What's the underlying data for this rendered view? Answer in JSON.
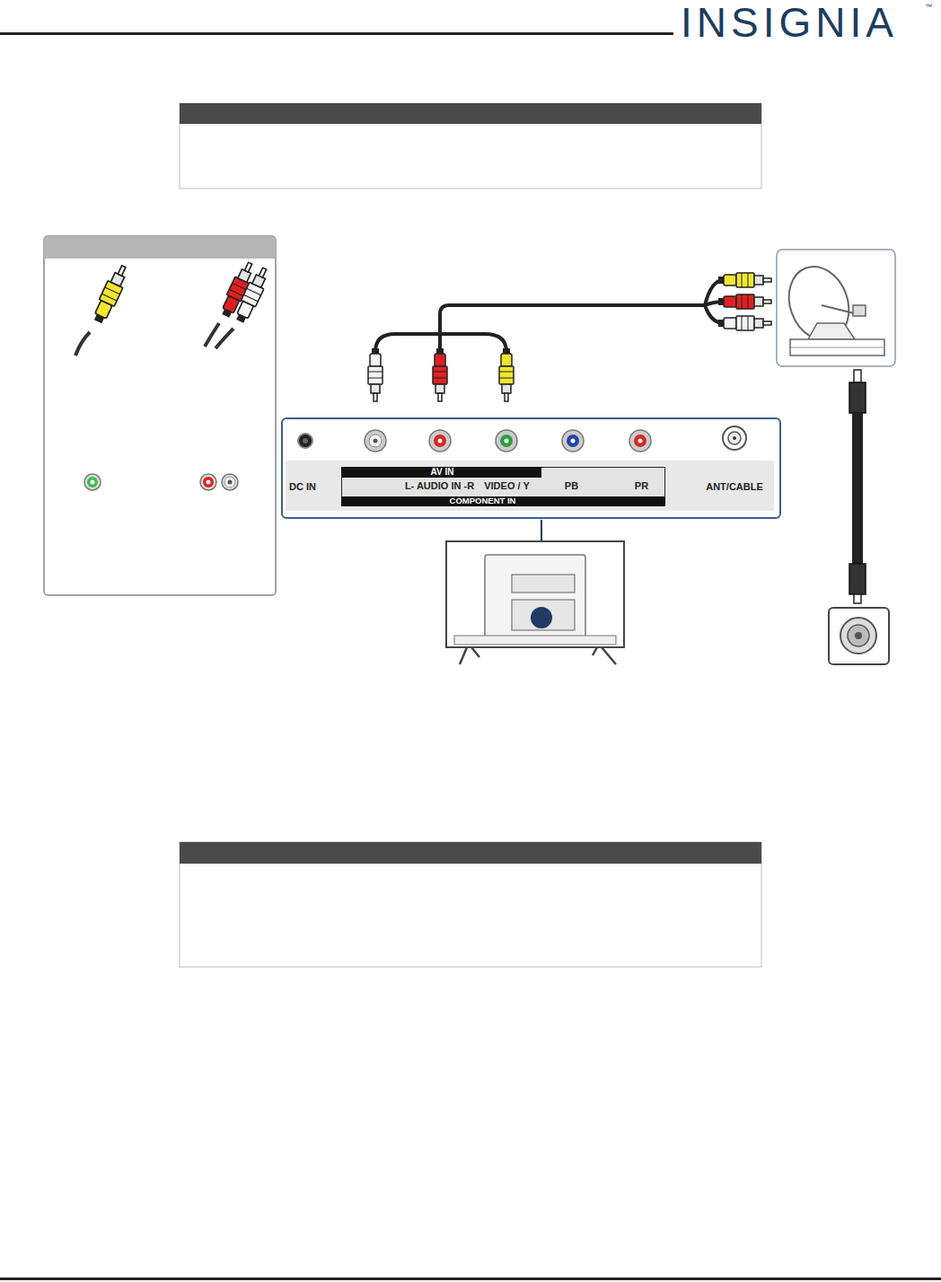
{
  "diagram": {
    "nodes": [
      {
        "text": [
          "DC IN",
          "ANT/CABLE"
        ]
      },
      {
        "text": [
          "L- AUDIO IN -R",
          "VIDEO / Y",
          "PB",
          "PR"
        ],
        "in": 0
      },
      {
        "text": [
          "AV IN"
        ],
        "in": 1
      },
      {
        "text": [
          "COMPONENT IN"
        ],
        "in": 1
      }
    ],
    "labels": [
      "INSIGNIA",
      "™"
    ]
  }
}
